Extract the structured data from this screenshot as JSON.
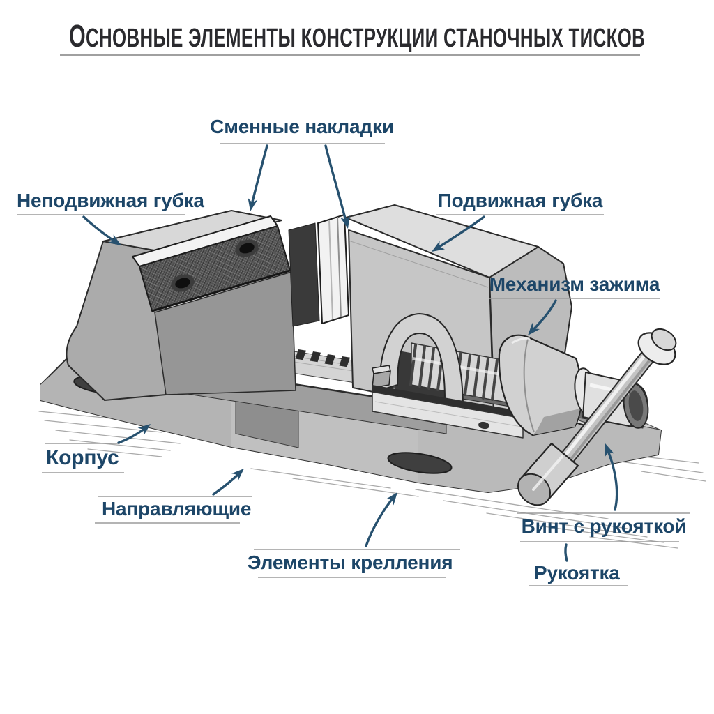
{
  "title": "ОСНОВНЫЕ ЭЛЕМЕНТЫ КОНСТРУКЦИИ СТАНОЧНЫХ ТИСКОВ",
  "labels": {
    "replaceable_pads": "Сменные накладки",
    "fixed_jaw": "Неподвижная губка",
    "movable_jaw": "Подвижная губка",
    "clamping_mechanism": "Механизм зажима",
    "body": "Корпус",
    "guides": "Направляющие",
    "fastening_elements": "Элементы крелления",
    "screw_with_handle": "Винт с рукояткой",
    "handle": "Рукоятка"
  },
  "colors": {
    "label_text": "#1d4668",
    "arrow": "#27516f",
    "title_text": "#2a2a2e",
    "leader_line": "#9b9b9b",
    "paper": "#ffffff"
  }
}
